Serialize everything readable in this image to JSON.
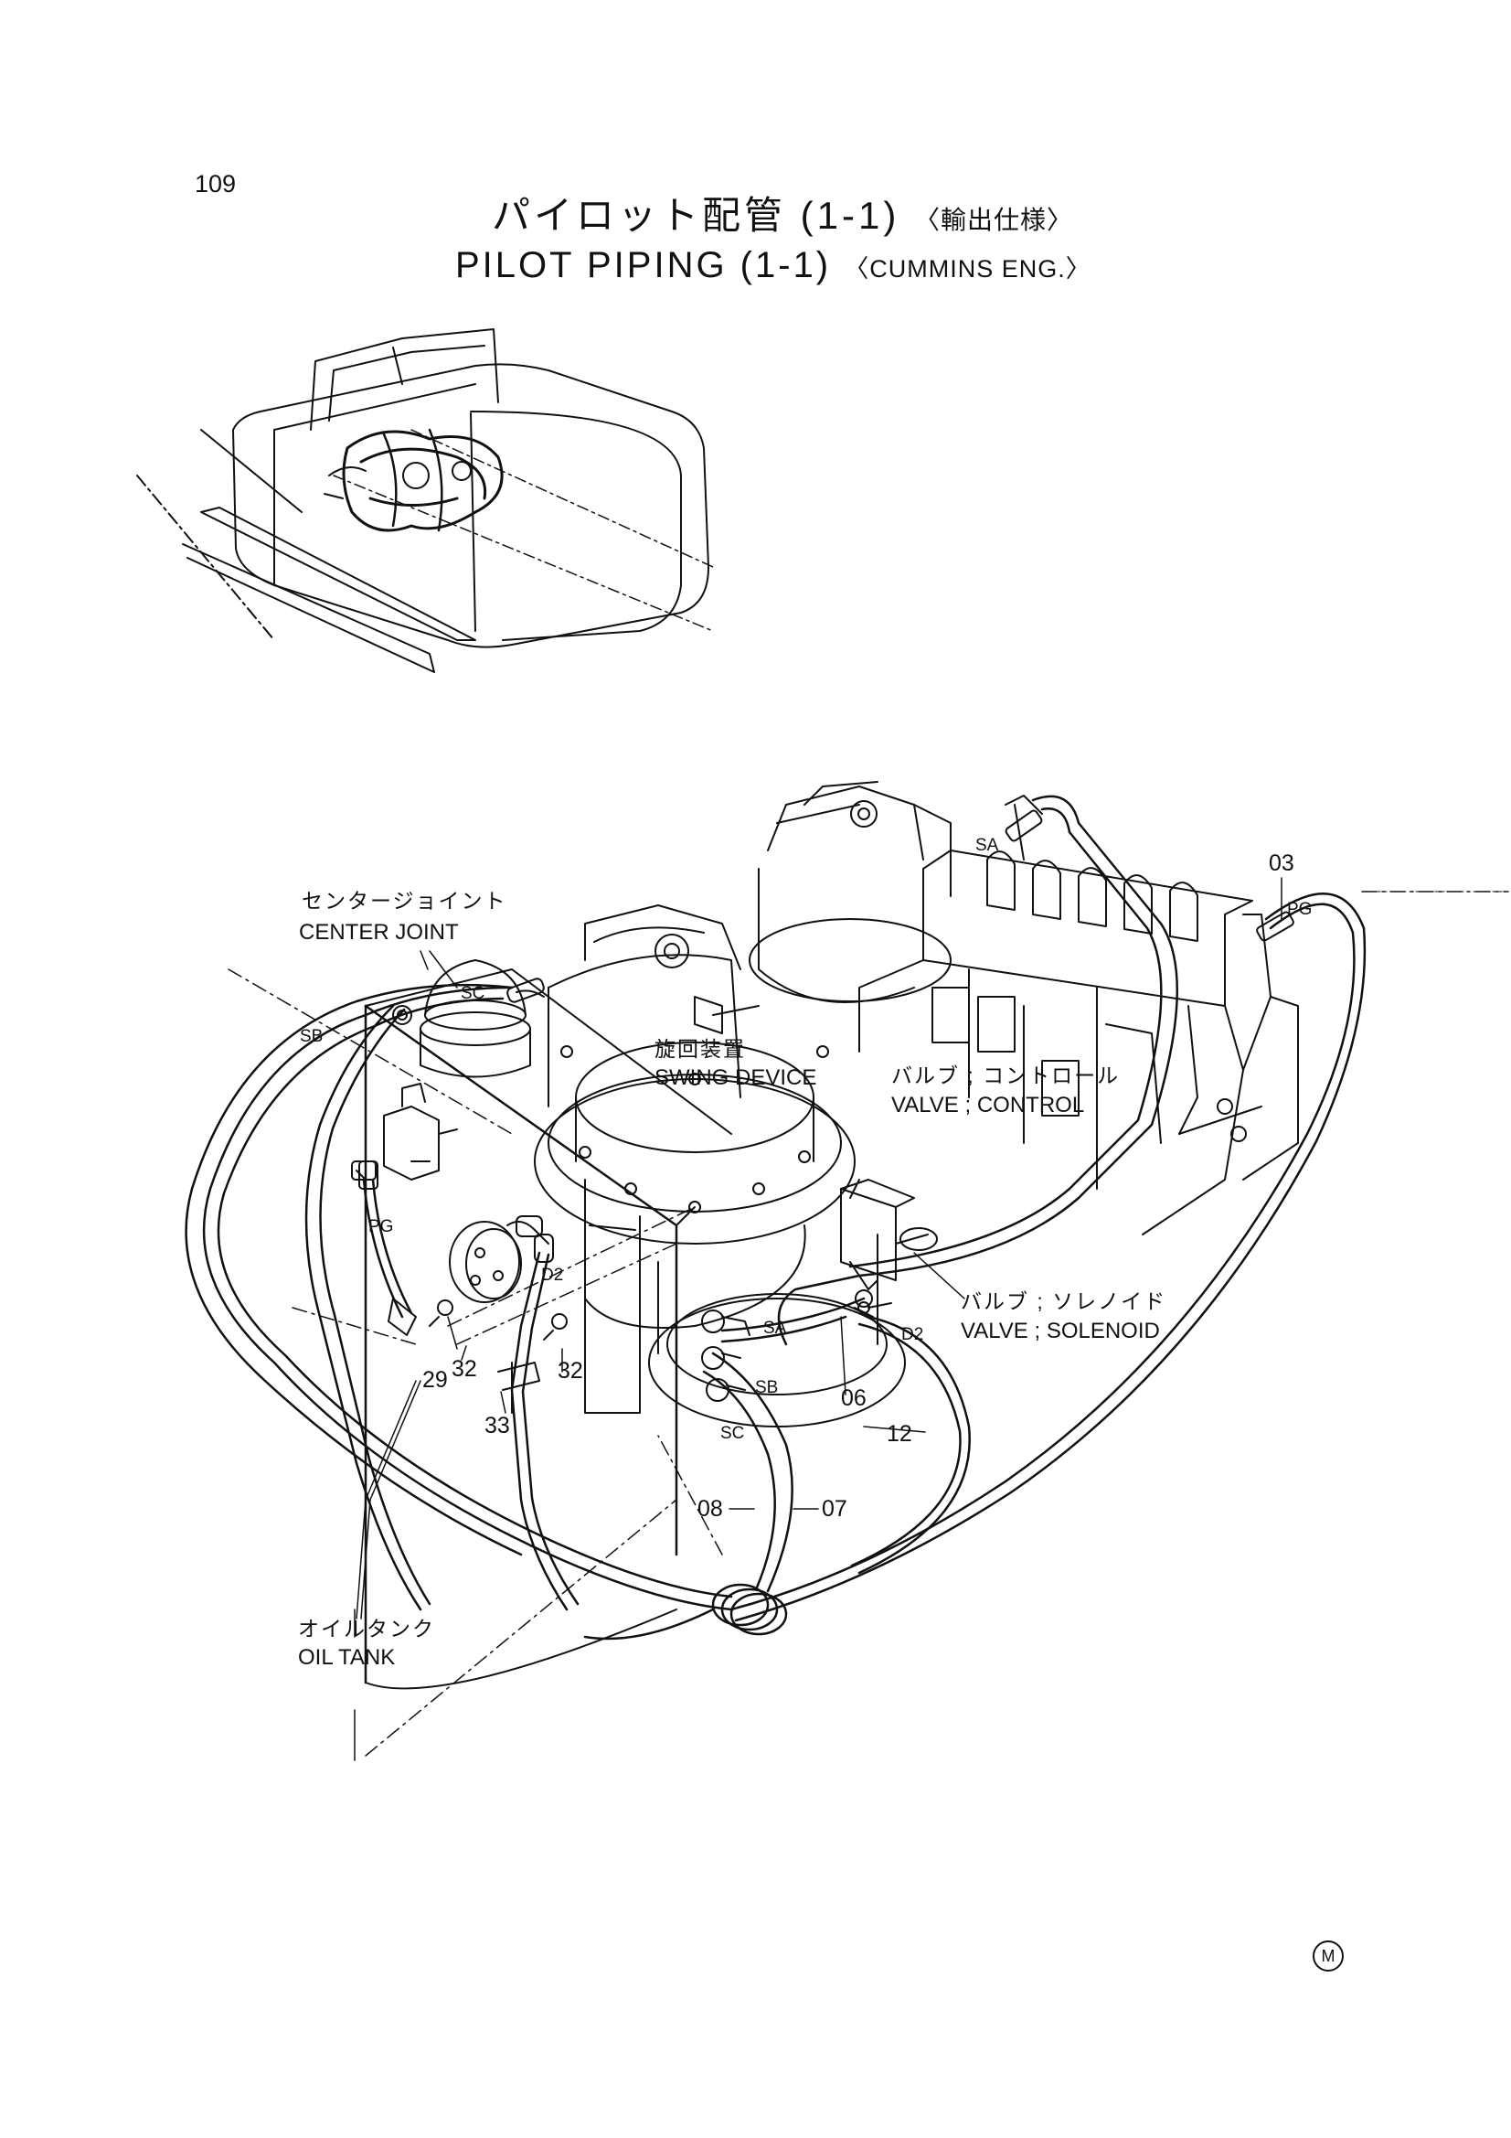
{
  "page": {
    "number": "109"
  },
  "title": {
    "jp": "パイロット配管 (1-1)",
    "jp_note": "〈輸出仕様〉",
    "en": "PILOT PIPING (1-1)",
    "en_note": "〈CUMMINS ENG.〉"
  },
  "components": {
    "center_joint": {
      "jp": "センタージョイント",
      "en": "CENTER JOINT"
    },
    "swing_device": {
      "jp": "旋回装置",
      "en": "SWING DEVICE"
    },
    "valve_control": {
      "jp": "バルブ ; コントロール",
      "en": "VALVE ; CONTROL"
    },
    "valve_solenoid": {
      "jp": "バルブ ; ソレノイド",
      "en": "VALVE ; SOLENOID"
    },
    "oil_tank": {
      "jp": "オイルタンク",
      "en": "OIL TANK"
    }
  },
  "port_tags": {
    "sa_top": "SA",
    "pg_right": "PG",
    "sc_top": "SC",
    "sb_left": "SB",
    "pg_left": "PG",
    "d2_mid": "D2",
    "sa_low": "SA",
    "d2_low": "D2",
    "sb_low": "SB",
    "sc_low": "SC"
  },
  "part_numbers": {
    "p03": "03",
    "p29": "29",
    "p32a": "32",
    "p32b": "32",
    "p33": "33",
    "p06": "06",
    "p12": "12",
    "p08": "08",
    "p07": "07"
  },
  "footer": {
    "mark": "M"
  }
}
